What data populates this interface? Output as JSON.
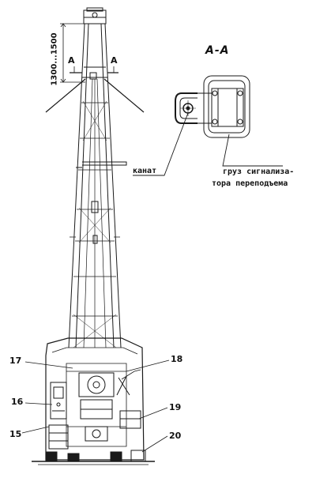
{
  "drawing": {
    "section_label": "А-А",
    "dimension": "1300...1500",
    "cut_mark_left": "А",
    "cut_mark_right": "А",
    "colors": {
      "line": "#1a1a1a",
      "paper": "#ffffff"
    }
  },
  "callouts": {
    "rope": "канат",
    "weight_line1": "груз сигнализа-",
    "weight_line2": "тора переподъема",
    "items": [
      "15",
      "16",
      "17",
      "18",
      "19",
      "20"
    ]
  }
}
